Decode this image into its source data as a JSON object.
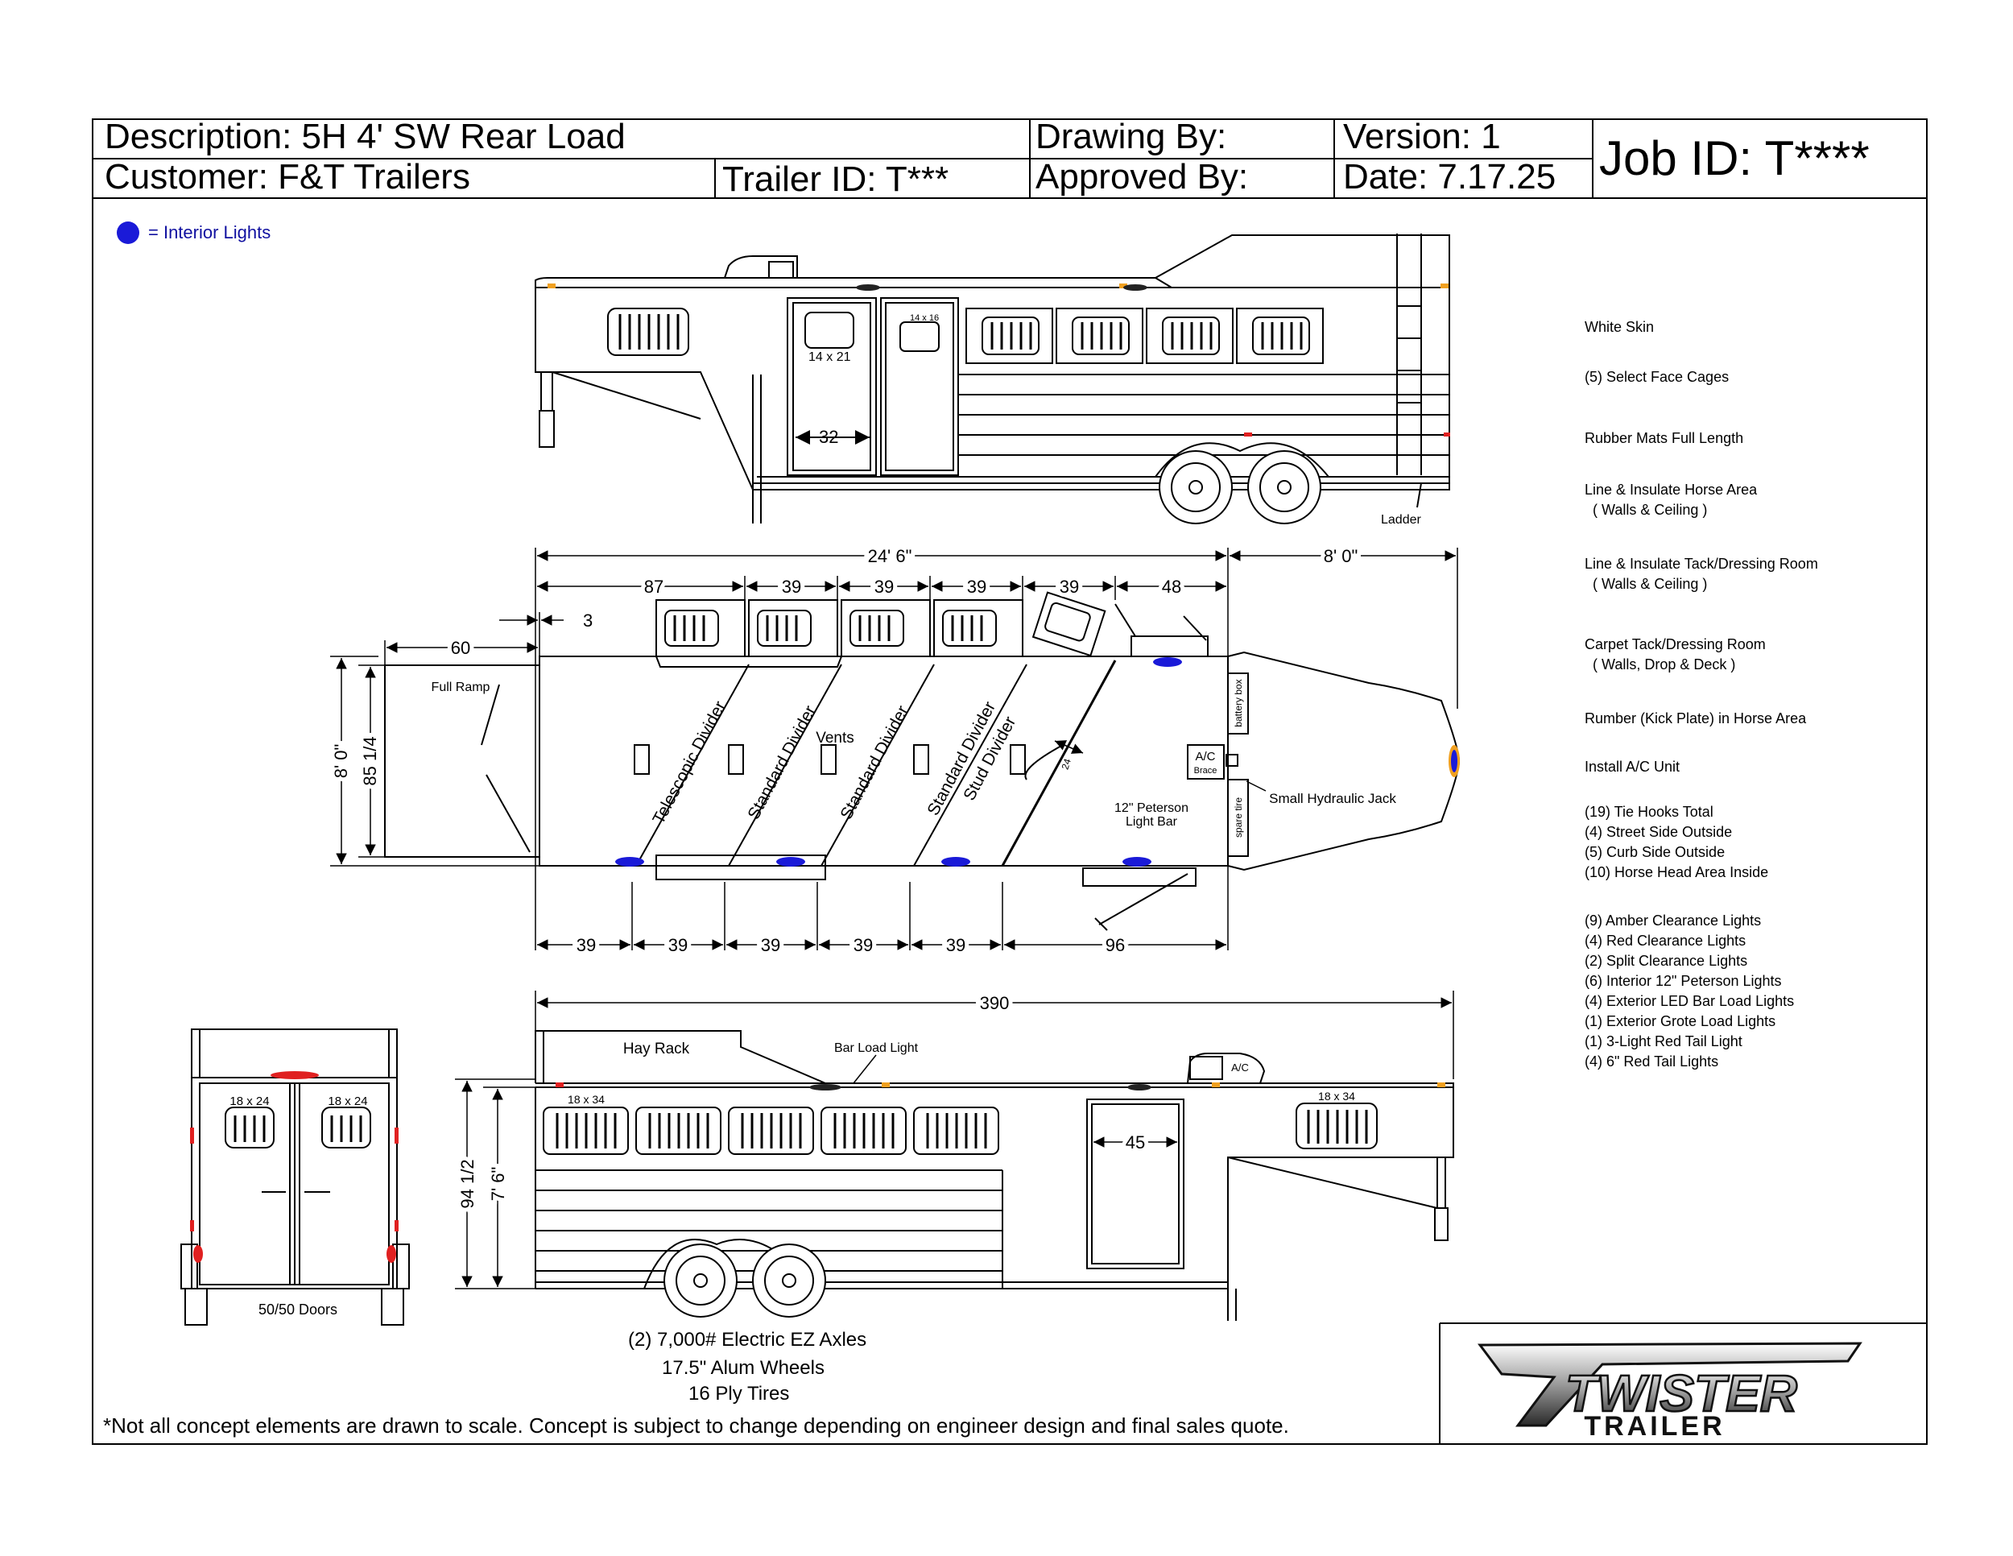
{
  "header": {
    "description": "Description: 5H 4' SW Rear Load",
    "customer": "Customer: F&T Trailers",
    "trailer_id": "Trailer ID: T***",
    "drawing_by": "Drawing By:",
    "approved_by": "Approved By:",
    "version": "Version: 1",
    "date": "Date: 7.17.25",
    "job_id": "Job ID: T****"
  },
  "legend": {
    "label": "= Interior Lights",
    "dot_color": "#1a1ad8"
  },
  "specs": [
    "White Skin",
    "(5) Select Face Cages",
    "Rubber Mats Full Length",
    "Line & Insulate Horse Area\n  ( Walls & Ceiling )",
    "Line & Insulate Tack/Dressing Room\n  ( Walls & Ceiling )",
    "Carpet Tack/Dressing Room\n  ( Walls, Drop & Deck )",
    "Rumber (Kick Plate) in Horse Area",
    "Install A/C Unit",
    "(19) Tie Hooks Total\n(4) Street Side Outside\n(5) Curb Side Outside\n(10) Horse Head Area Inside",
    "(9) Amber Clearance Lights\n(4) Red Clearance Lights\n(2) Split Clearance Lights\n(6) Interior 12\" Peterson Lights\n(4) Exterior LED Bar Load Lights\n(1) Exterior Grote Load Lights\n(1) 3-Light Red Tail Light\n(4) 6\" Red Tail Lights"
  ],
  "side_view_top": {
    "window_small": "14 x 21",
    "window_small2": "14 x 16",
    "door_width": "32",
    "ladder": "Ladder"
  },
  "floor_plan": {
    "overall_length": "24' 6\"",
    "neck_length": "8' 0\"",
    "top_dims": [
      "87",
      "39",
      "39",
      "39",
      "39",
      "48"
    ],
    "offset_3": "3",
    "ramp_dim": "60",
    "ramp_label": "Full Ramp",
    "width_outer": "8' 0\"",
    "width_inner": "85 1/4",
    "dividers": [
      "Telescopic Divider",
      "Standard Divider",
      "Standard Divider",
      "Standard Divider",
      "Stud Divider"
    ],
    "vents": "Vents",
    "peterson": "12\" Peterson\nLight Bar",
    "battery": "battery box",
    "spare": "spare tire",
    "ac_brace_1": "A/C",
    "ac_brace_2": "Brace",
    "jack": "Small Hydraulic Jack",
    "dim_24": "24",
    "bottom_dims": [
      "39",
      "39",
      "39",
      "39",
      "39",
      "96"
    ]
  },
  "side_view_bottom": {
    "overall": "390",
    "hay_rack": "Hay Rack",
    "bar_load_light": "Bar Load Light",
    "ac": "A/C",
    "window": "18 x 34",
    "window_neck": "18 x 34",
    "door_width": "45",
    "height_outer": "94 1/2",
    "height_inner": "7' 6\""
  },
  "rear_view": {
    "window_left": "18 x 24",
    "window_right": "18 x 24",
    "doors": "50/50 Doors"
  },
  "axles": {
    "line1": "(2) 7,000# Electric EZ Axles",
    "line2": "17.5\" Alum Wheels",
    "line3": "16 Ply Tires"
  },
  "footnote": "*Not all concept elements are drawn to scale.  Concept is subject to change depending on engineer design and final sales quote.",
  "logo": {
    "word1": "TWISTER",
    "word2": "TRAILER"
  }
}
